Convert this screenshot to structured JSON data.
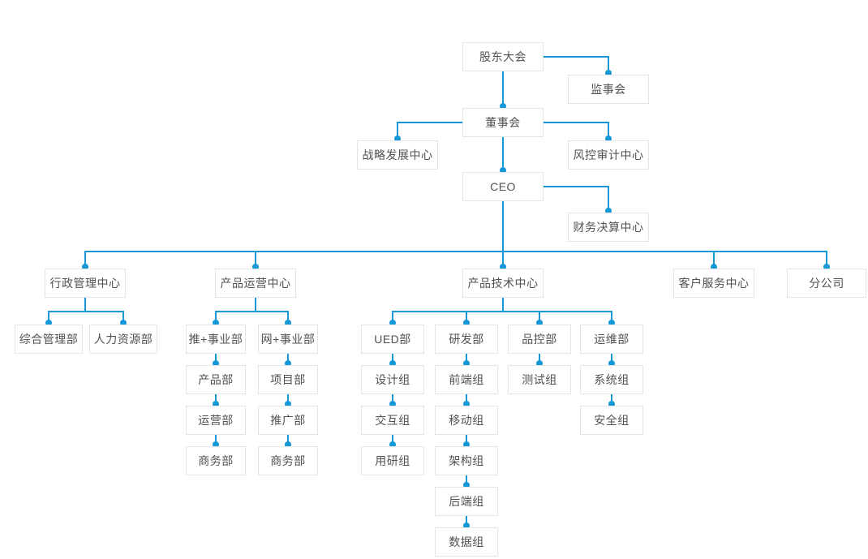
{
  "colors": {
    "accent": "#1598d6",
    "box_border": "#e3e4e6",
    "text": "#515151",
    "background": "#ffffff"
  },
  "nodes": {
    "shareholders": "股东大会",
    "supervisory": "监事会",
    "board": "董事会",
    "strategy": "战略发展中心",
    "risk_audit": "风控审计中心",
    "ceo": "CEO",
    "finance": "财务决算中心",
    "admin_center": "行政管理中心",
    "ops_center": "产品运营中心",
    "tech_center": "产品技术中心",
    "service_center": "客户服务中心",
    "branch_company": "分公司",
    "general_affairs": "综合管理部",
    "hr": "人力资源部",
    "tui_division": "推+事业部",
    "wang_division": "网+事业部",
    "product_dept": "产品部",
    "project_dept": "项目部",
    "operation_dept": "运营部",
    "promotion_dept": "推广部",
    "business_dept_tui": "商务部",
    "business_dept_wang": "商务部",
    "ued_dept": "UED部",
    "rd_dept": "研发部",
    "qc_dept": "品控部",
    "om_dept": "运维部",
    "design_group": "设计组",
    "interaction_group": "交互组",
    "user_research_group": "用研组",
    "frontend_group": "前端组",
    "mobile_group": "移动组",
    "architecture_group": "架构组",
    "backend_group": "后端组",
    "data_group": "数据组",
    "test_group": "测试组",
    "system_group": "系统组",
    "security_group": "安全组"
  },
  "edges": [
    [
      "shareholders",
      "supervisory"
    ],
    [
      "shareholders",
      "board"
    ],
    [
      "board",
      "strategy"
    ],
    [
      "board",
      "risk_audit"
    ],
    [
      "board",
      "ceo"
    ],
    [
      "ceo",
      "finance"
    ],
    [
      "ceo",
      "admin_center"
    ],
    [
      "ceo",
      "ops_center"
    ],
    [
      "ceo",
      "tech_center"
    ],
    [
      "ceo",
      "service_center"
    ],
    [
      "ceo",
      "branch_company"
    ],
    [
      "admin_center",
      "general_affairs"
    ],
    [
      "admin_center",
      "hr"
    ],
    [
      "ops_center",
      "tui_division"
    ],
    [
      "ops_center",
      "wang_division"
    ],
    [
      "tui_division",
      "product_dept"
    ],
    [
      "product_dept",
      "operation_dept"
    ],
    [
      "operation_dept",
      "business_dept_tui"
    ],
    [
      "wang_division",
      "project_dept"
    ],
    [
      "project_dept",
      "promotion_dept"
    ],
    [
      "promotion_dept",
      "business_dept_wang"
    ],
    [
      "tech_center",
      "ued_dept"
    ],
    [
      "tech_center",
      "rd_dept"
    ],
    [
      "tech_center",
      "qc_dept"
    ],
    [
      "tech_center",
      "om_dept"
    ],
    [
      "ued_dept",
      "design_group"
    ],
    [
      "design_group",
      "interaction_group"
    ],
    [
      "interaction_group",
      "user_research_group"
    ],
    [
      "rd_dept",
      "frontend_group"
    ],
    [
      "frontend_group",
      "mobile_group"
    ],
    [
      "mobile_group",
      "architecture_group"
    ],
    [
      "architecture_group",
      "backend_group"
    ],
    [
      "backend_group",
      "data_group"
    ],
    [
      "qc_dept",
      "test_group"
    ],
    [
      "om_dept",
      "system_group"
    ],
    [
      "system_group",
      "security_group"
    ]
  ]
}
